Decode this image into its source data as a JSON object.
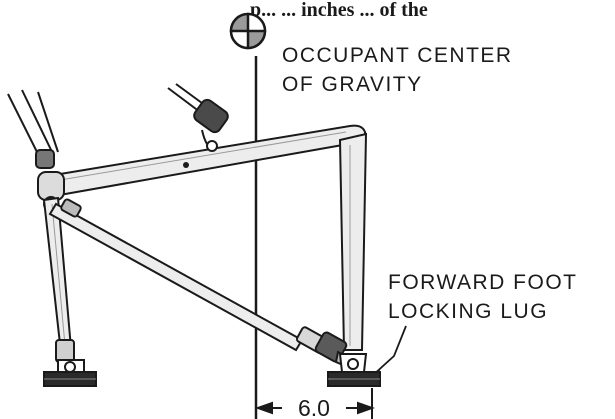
{
  "header_fragment": "p... ... inches ... of the",
  "labels": {
    "cg_line1": "OCCUPANT CENTER",
    "cg_line2": "OF GRAVITY",
    "lug_line1": "FORWARD FOOT",
    "lug_line2": "LOCKING LUG"
  },
  "dimension": {
    "value": "6.0"
  },
  "colors": {
    "ink": "#1a1a1a",
    "tube_fill": "#ededed",
    "background": "#ffffff"
  },
  "icons": {
    "cg": "center-of-gravity-symbol"
  }
}
